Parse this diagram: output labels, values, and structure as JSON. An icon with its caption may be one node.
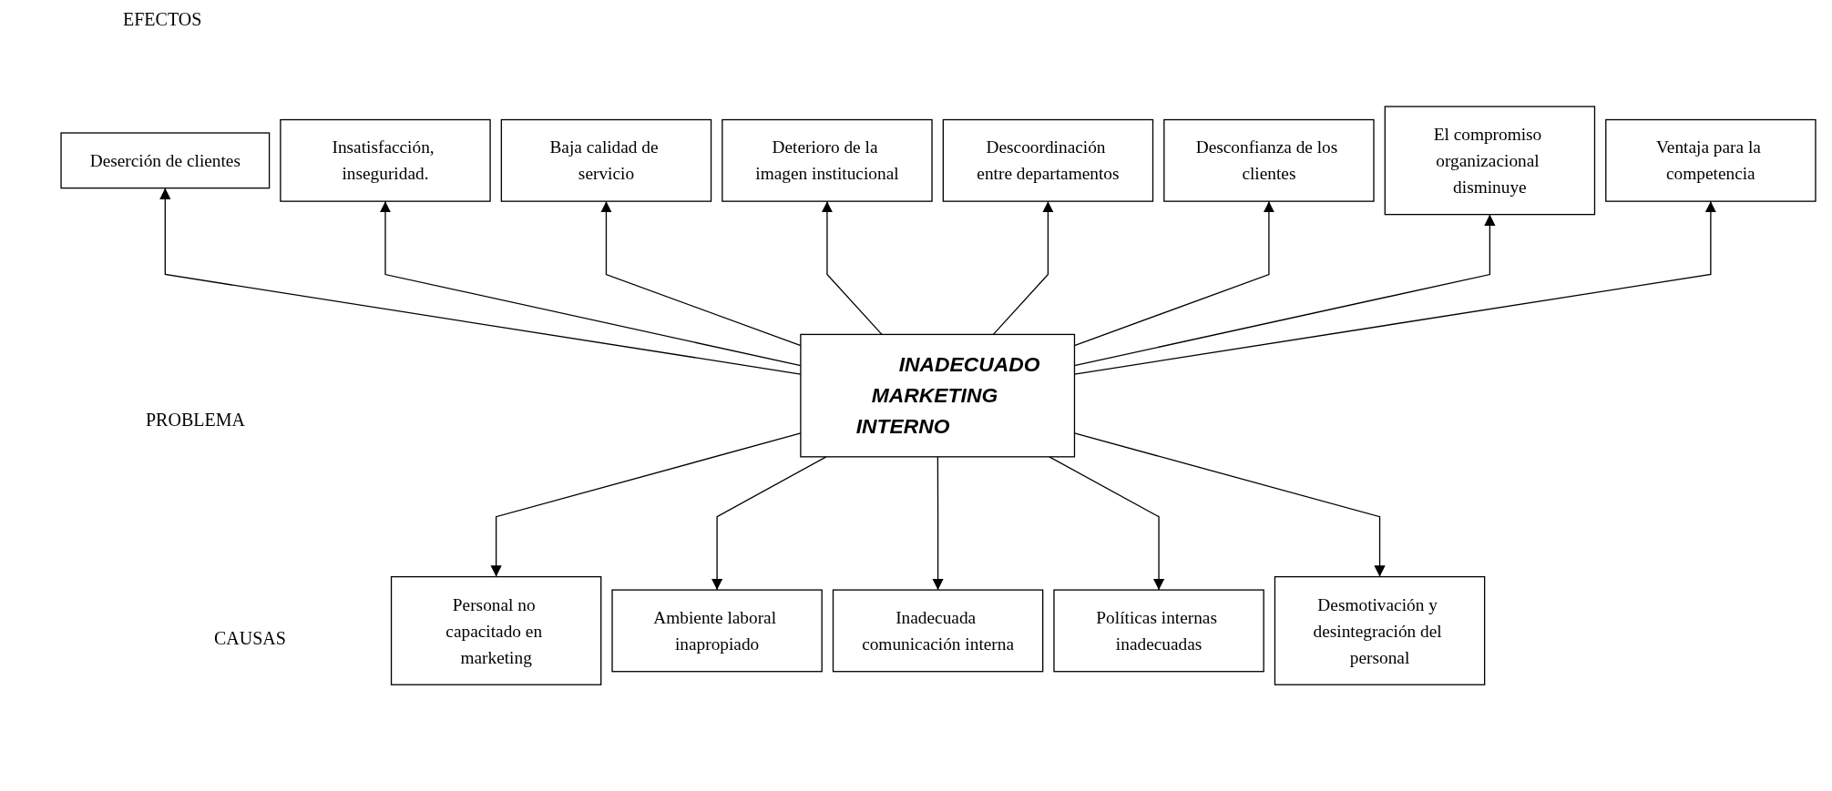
{
  "diagram": {
    "nodes": [
      {
        "text": [
          "Deserción de clientes"
        ]
      },
      {
        "text": [
          "Insatisfacción, inseguridad."
        ]
      },
      {
        "text": [
          "Baja calidad de servicio"
        ]
      },
      {
        "text": [
          "Deterioro de la imagen institucional"
        ]
      },
      {
        "text": [
          "Descoordinación entre departamentos"
        ]
      },
      {
        "text": [
          "Desconfianza de los clientes"
        ]
      },
      {
        "text": [
          "El compromiso organizacional disminuye"
        ]
      },
      {
        "text": [
          "Ventaja para la competencia"
        ]
      },
      {
        "text": [
          "INADECUADO MARKETING INTERNO"
        ]
      },
      {
        "text": [
          "Personal no capacitado en marketing"
        ]
      },
      {
        "text": [
          "Ambiente laboral inapropiado"
        ]
      },
      {
        "text": [
          "Inadecuada comunicación interna"
        ]
      },
      {
        "text": [
          "Políticas internas inadecuadas"
        ]
      },
      {
        "text": [
          "Desmotivación y desintegración del personal"
        ]
      }
    ],
    "edges": [
      {
        "from": 8,
        "to": 0,
        "arrow": "to"
      },
      {
        "from": 8,
        "to": 1,
        "arrow": "to"
      },
      {
        "from": 8,
        "to": 2,
        "arrow": "to"
      },
      {
        "from": 8,
        "to": 3,
        "arrow": "to"
      },
      {
        "from": 8,
        "to": 4,
        "arrow": "to"
      },
      {
        "from": 8,
        "to": 5,
        "arrow": "to"
      },
      {
        "from": 8,
        "to": 6,
        "arrow": "to"
      },
      {
        "from": 8,
        "to": 7,
        "arrow": "to"
      },
      {
        "from": 8,
        "to": 9,
        "arrow": "to"
      },
      {
        "from": 8,
        "to": 10,
        "arrow": "to"
      },
      {
        "from": 8,
        "to": 11,
        "arrow": "to"
      },
      {
        "from": 8,
        "to": 12,
        "arrow": "to"
      },
      {
        "from": 8,
        "to": 13,
        "arrow": "to"
      }
    ],
    "labels": [
      "EFECTOS",
      "PROBLEMA",
      "CAUSAS"
    ]
  }
}
